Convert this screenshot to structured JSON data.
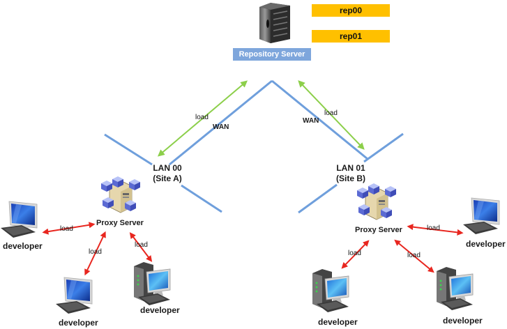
{
  "repository": {
    "label": "Repository Server",
    "repos": [
      "rep00",
      "rep01"
    ],
    "icon": "tower-server-icon"
  },
  "wan": {
    "left_label": "WAN",
    "right_label": "WAN",
    "left_load": "load",
    "right_load": "load"
  },
  "sites": [
    {
      "lan": "LAN 00",
      "site": "(Site A)",
      "proxy_label": "Proxy Server",
      "developers": [
        {
          "label": "developer",
          "link_label": "load",
          "icon": "laptop-computer-icon"
        },
        {
          "label": "developer",
          "link_label": "load",
          "icon": "laptop-computer-icon"
        },
        {
          "label": "developer",
          "link_label": "load",
          "icon": "desktop-computer-icon"
        }
      ]
    },
    {
      "lan": "LAN 01",
      "site": "(Site B)",
      "proxy_label": "Proxy Server",
      "developers": [
        {
          "label": "developer",
          "link_label": "load",
          "icon": "laptop-computer-icon"
        },
        {
          "label": "developer",
          "link_label": "load",
          "icon": "desktop-computer-icon"
        },
        {
          "label": "developer",
          "link_label": "load",
          "icon": "desktop-computer-icon"
        }
      ]
    }
  ],
  "colors": {
    "network_line": "#6f9fdc",
    "wan_arrow": "#8ccf4a",
    "lan_arrow": "#e8261f",
    "repo_tag": "#ffc000",
    "repo_label_bg": "#7ea6dc"
  }
}
